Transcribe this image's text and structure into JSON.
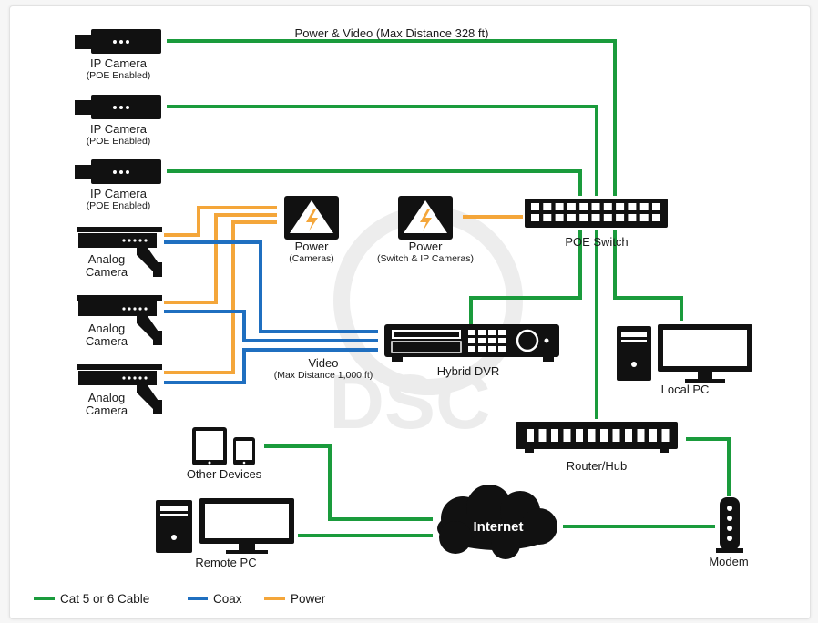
{
  "top_line_label": "Power & Video (Max Distance 328 ft)",
  "ip_cameras": [
    {
      "name": "IP Camera",
      "note": "(POE Enabled)"
    },
    {
      "name": "IP Camera",
      "note": "(POE Enabled)"
    },
    {
      "name": "IP Camera",
      "note": "(POE Enabled)"
    }
  ],
  "analog_cameras": [
    {
      "name_line1": "Analog",
      "name_line2": "Camera"
    },
    {
      "name_line1": "Analog",
      "name_line2": "Camera"
    },
    {
      "name_line1": "Analog",
      "name_line2": "Camera"
    }
  ],
  "power_cameras": {
    "title": "Power",
    "note": "(Cameras)"
  },
  "power_switch": {
    "title": "Power",
    "note": "(Switch & IP Cameras)"
  },
  "poe_switch": "POE Switch",
  "hybrid_dvr": "Hybrid DVR",
  "video_label": {
    "title": "Video",
    "note": "(Max Distance 1,000 ft)"
  },
  "local_pc": "Local PC",
  "router_hub": "Router/Hub",
  "other_devices": "Other Devices",
  "internet": "Internet",
  "remote_pc": "Remote PC",
  "modem": "Modem",
  "watermark": "DSC",
  "legend": [
    {
      "label": "Cat 5 or 6 Cable",
      "color": "#1a9b3c"
    },
    {
      "label": "Coax",
      "color": "#1f6fc0"
    },
    {
      "label": "Power",
      "color": "#f4a63a"
    }
  ],
  "colors": {
    "cat": "#1a9b3c",
    "coax": "#1f6fc0",
    "power": "#f4a63a",
    "device": "#111111"
  }
}
